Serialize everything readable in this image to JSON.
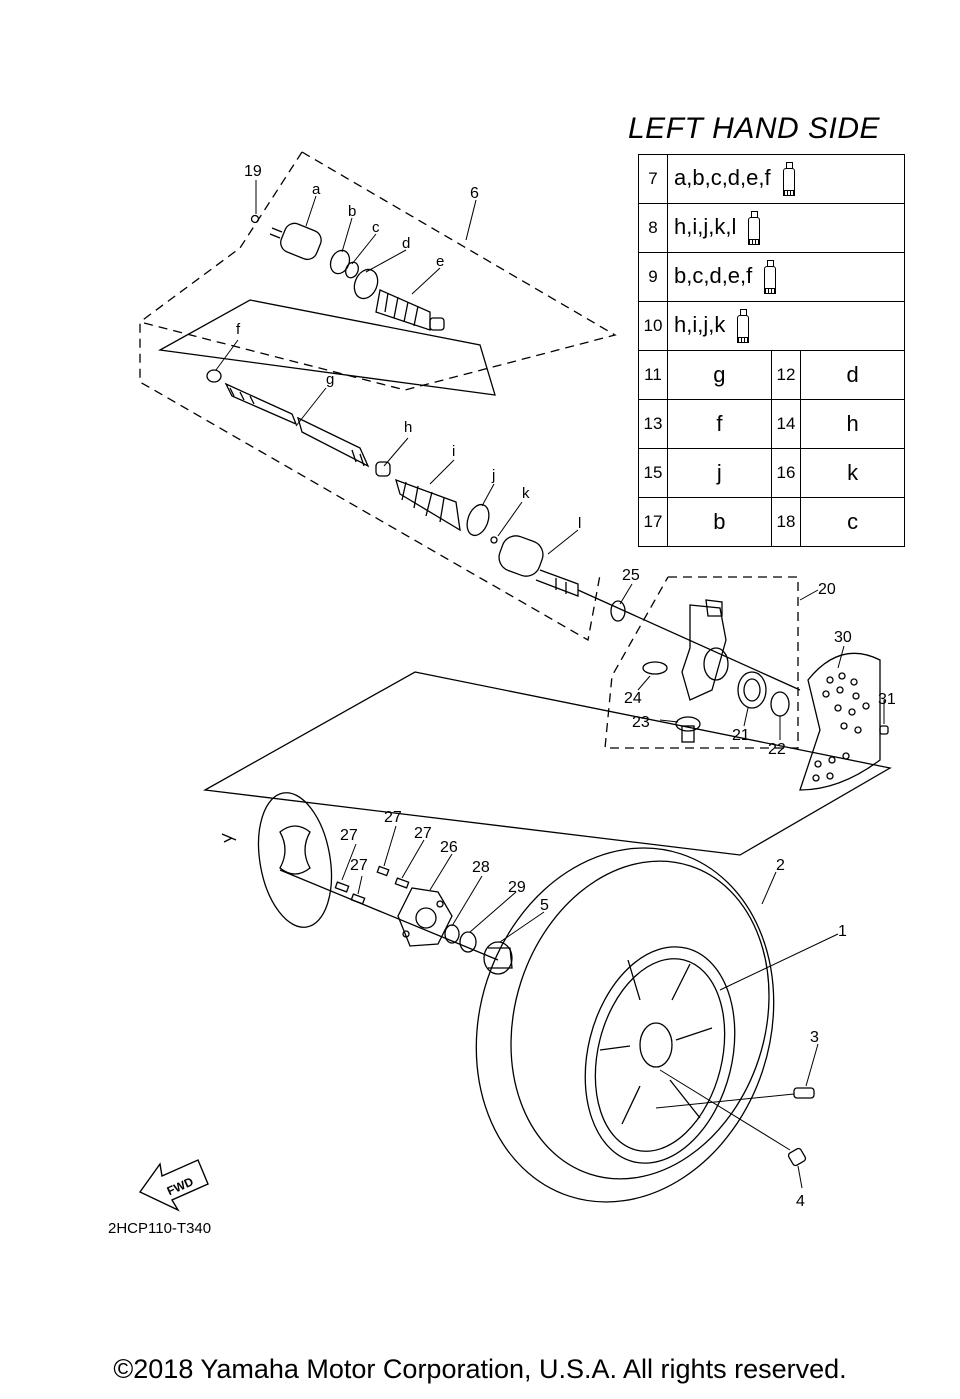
{
  "heading": "LEFT HAND SIDE",
  "legend": {
    "kit_rows": [
      {
        "num": "7",
        "codes": "a,b,c,d,e,f"
      },
      {
        "num": "8",
        "codes": "h,i,j,k,l"
      },
      {
        "num": "9",
        "codes": "b,c,d,e,f"
      },
      {
        "num": "10",
        "codes": "h,i,j,k"
      }
    ],
    "pair_rows": [
      {
        "num_a": "11",
        "code_a": "g",
        "num_b": "12",
        "code_b": "d"
      },
      {
        "num_a": "13",
        "code_a": "f",
        "num_b": "14",
        "code_b": "h"
      },
      {
        "num_a": "15",
        "code_a": "j",
        "num_b": "16",
        "code_b": "k"
      },
      {
        "num_a": "17",
        "code_a": "b",
        "num_b": "18",
        "code_b": "c"
      }
    ]
  },
  "callouts": {
    "n19": "19",
    "n6": "6",
    "n25": "25",
    "n20": "20",
    "n30": "30",
    "n31": "31",
    "n24": "24",
    "n23": "23",
    "n21": "21",
    "n22": "22",
    "n27a": "27",
    "n27b": "27",
    "n27c": "27",
    "n27d": "27",
    "n26": "26",
    "n28": "28",
    "n29": "29",
    "n5": "5",
    "n2": "2",
    "n1": "1",
    "n3": "3",
    "n4": "4"
  },
  "letters": {
    "a": "a",
    "b": "b",
    "c": "c",
    "d": "d",
    "e": "e",
    "f": "f",
    "g": "g",
    "h": "h",
    "i": "i",
    "j": "j",
    "k": "k",
    "l": "l"
  },
  "fwd_label": "FWD",
  "doc_id": "2HCP110-T340",
  "copyright": "©2018 Yamaha Motor Corporation, U.S.A. All rights reserved."
}
